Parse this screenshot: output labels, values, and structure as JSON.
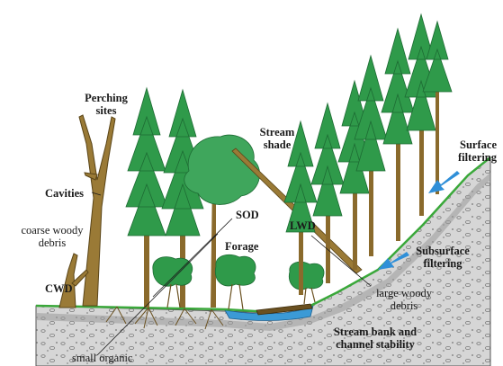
{
  "labels": {
    "perching_sites": "Perching\nsites",
    "cavities": "Cavities",
    "coarse_woody_debris": "coarse woody\ndebris",
    "cwd": "CWD",
    "stream_shade": "Stream\nshade",
    "sod": "SOD",
    "lwd": "LWD",
    "forage": "Forage",
    "surface_filtering": "Surface\nfiltering",
    "subsurface_filtering": "Subsurface\nfiltering",
    "large_woody_debris": "large woody\ndebris",
    "stream_bank": "Stream bank and\nchannel stability",
    "small_organic": "small organic"
  },
  "colors": {
    "conifer": "#2f9a4a",
    "conifer_dark": "#1d6b33",
    "broadleaf": "#3fa65c",
    "trunk": "#8a6a2c",
    "snag": "#9a7a36",
    "ground_line": "#3aa83a",
    "soil": "#cfcfcf",
    "water": "#3b9ad6",
    "arrow": "#2f8fd8"
  }
}
